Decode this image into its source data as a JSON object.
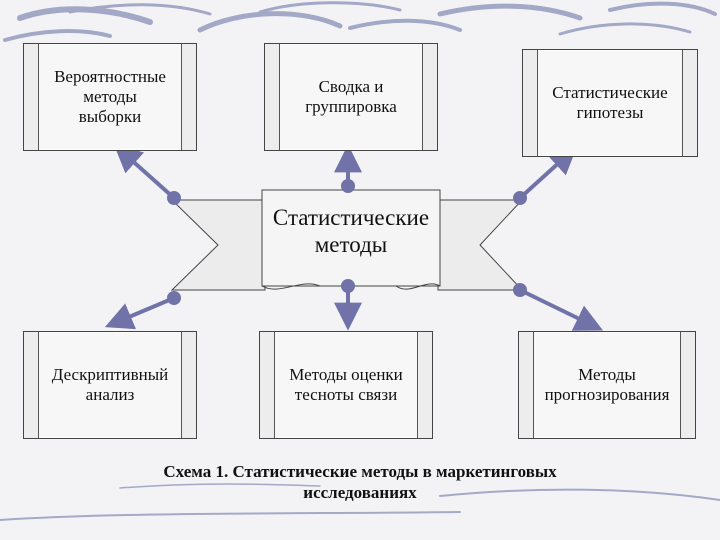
{
  "diagram": {
    "center": "Статистические\nметоды",
    "nodes": {
      "top_left": "Вероятностные\nметоды\nвыборки",
      "top_center": "Сводка и\nгруппировка",
      "top_right": "Статистические\nгипотезы",
      "bottom_left": "Дескриптивный\nанализ",
      "bottom_center": "Методы оценки\nтесноты связи",
      "bottom_right": "Методы\nпрогнозирования"
    },
    "caption": "Схема 1. Статистические методы в маркетинговых\nисследованиях",
    "colors": {
      "arrow": "#7173a8",
      "box_border": "#444444",
      "background": "#f3f3f6",
      "decoration": "#8a90b8"
    }
  }
}
